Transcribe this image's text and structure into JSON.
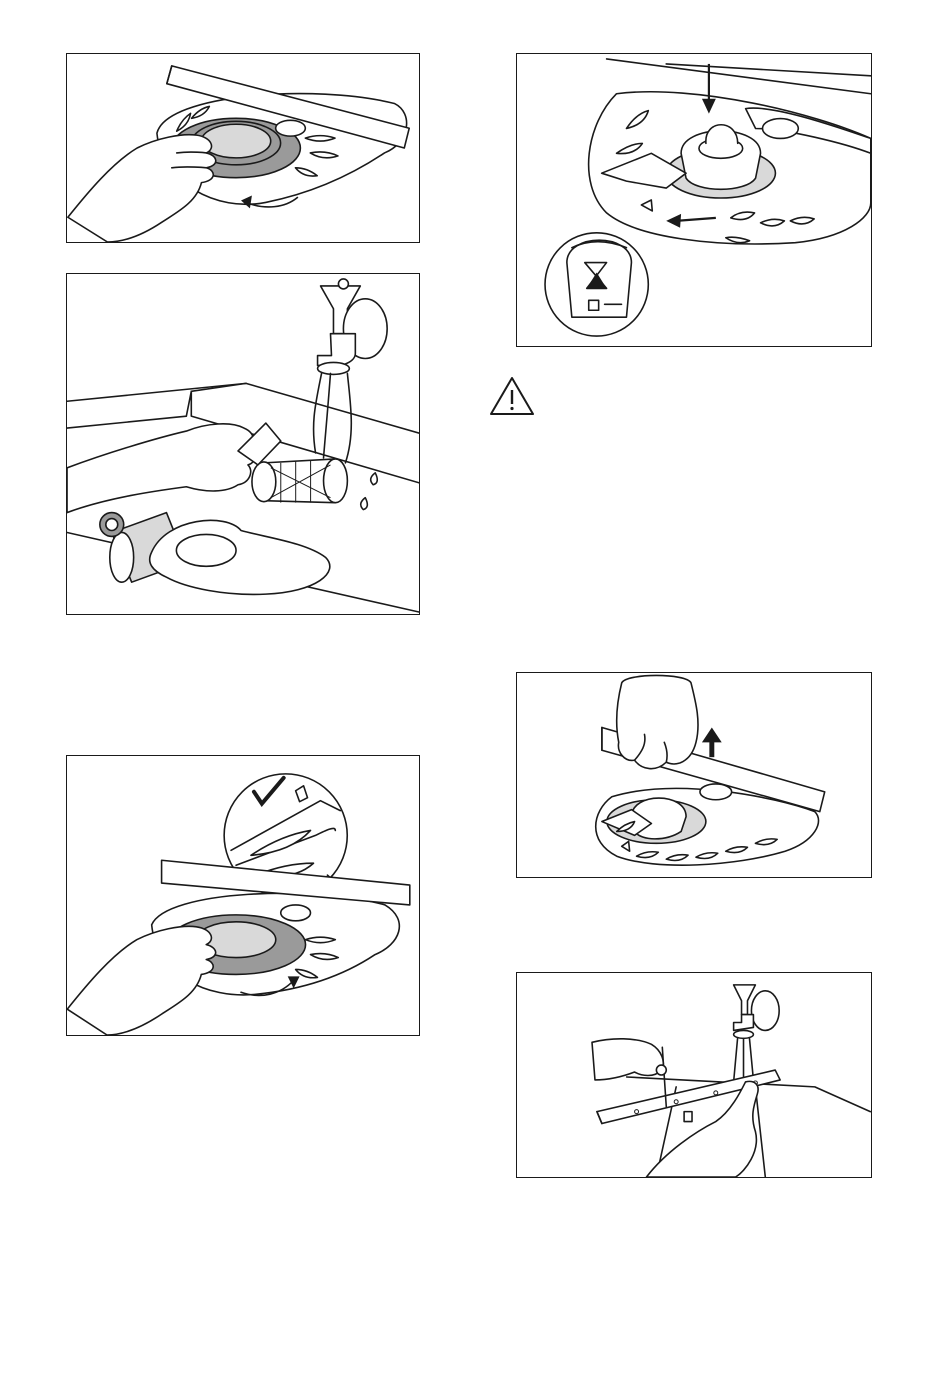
{
  "figures": [
    {
      "id": "remove-filter",
      "description_icon": "hand-turning-filter"
    },
    {
      "id": "rinse-filters",
      "description_icon": "tap-rinsing-filter"
    },
    {
      "id": "reinstall-filter",
      "description_icon": "check-mark-detail"
    },
    {
      "id": "lock-filter",
      "description_icon": "arrow-down-lock"
    },
    {
      "id": "remove-spray-arm",
      "description_icon": "arrow-up-lift"
    },
    {
      "id": "clean-spray-arm",
      "description_icon": "needle-cleaning-holes"
    }
  ],
  "warning": {
    "icon": "warning-triangle-icon"
  }
}
